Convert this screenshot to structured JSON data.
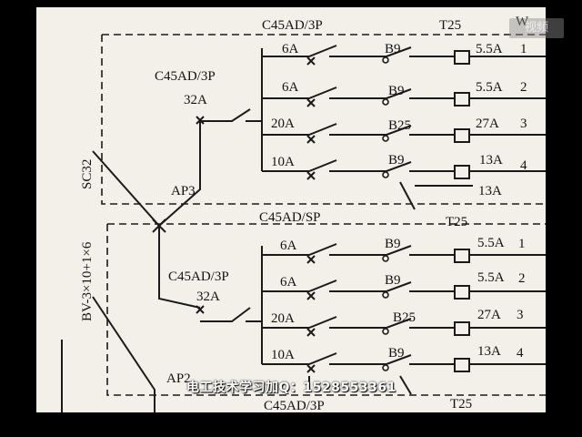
{
  "diagram": {
    "top_breaker_label": "C45AD/3P",
    "top_meter_label": "T25",
    "top_corner_label": "W",
    "conduit_label": "SC32",
    "cable_label": "BV-3×10+1×6",
    "panel1": {
      "name": "AP3",
      "main_breaker": "C45AD/3P",
      "main_current": "32A",
      "circuits": [
        {
          "breaker": "6A",
          "contactor": "B9",
          "load": "5.5A",
          "num": "1"
        },
        {
          "breaker": "6A",
          "contactor": "B9",
          "load": "5.5A",
          "num": "2"
        },
        {
          "breaker": "20A",
          "contactor": "B25",
          "load": "27A",
          "num": "3"
        },
        {
          "breaker": "10A",
          "contactor": "B9",
          "load": "13A",
          "num": "4"
        }
      ],
      "extra_load": "13A"
    },
    "mid_breaker_label": "C45AD/SP",
    "mid_meter_label": "T25",
    "panel2": {
      "name": "AP2",
      "main_breaker": "C45AD/3P",
      "main_current": "32A",
      "circuits": [
        {
          "breaker": "6A",
          "contactor": "B9",
          "load": "5.5A",
          "num": "1"
        },
        {
          "breaker": "6A",
          "contactor": "B9",
          "load": "5.5A",
          "num": "2"
        },
        {
          "breaker": "20A",
          "contactor": "B25",
          "load": "27A",
          "num": "3"
        },
        {
          "breaker": "10A",
          "contactor": "B9",
          "load": "13A",
          "num": "4"
        }
      ]
    },
    "bottom_breaker_label": "C45AD/3P",
    "bottom_meter_label": "T25"
  },
  "overlay": {
    "caption": "电工技术学习加Q：1528553361",
    "watermark": "视频"
  }
}
